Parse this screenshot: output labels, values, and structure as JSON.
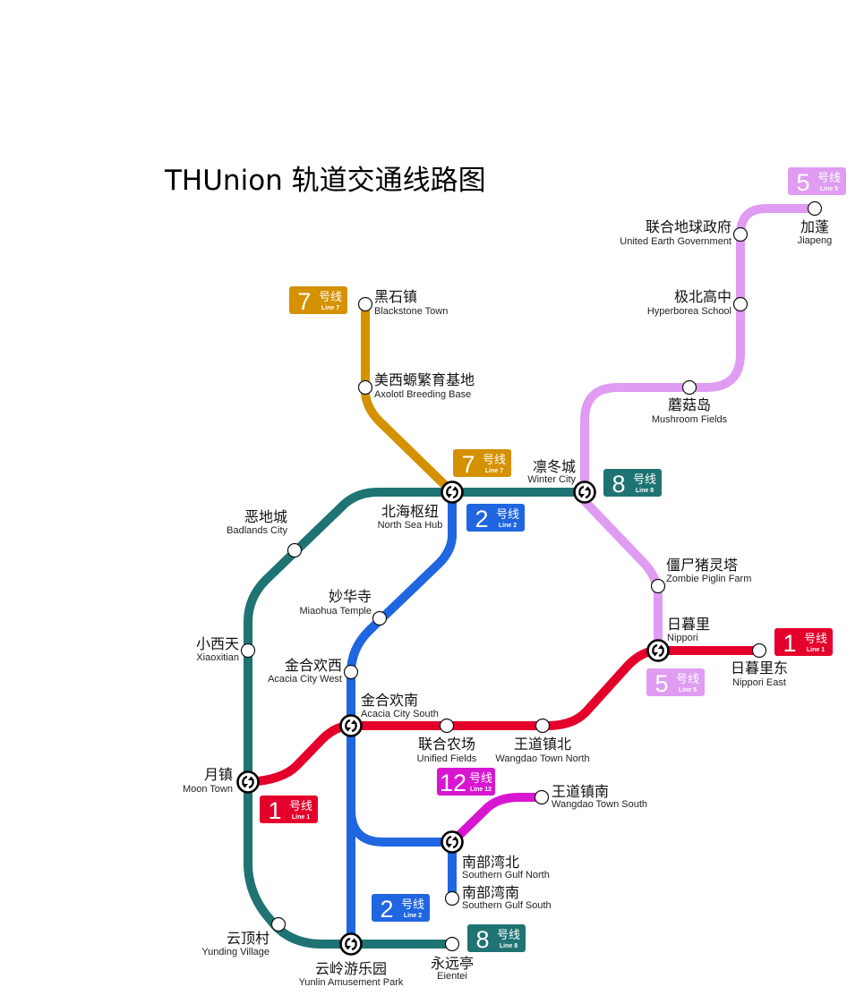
{
  "title": "THUnion 轨道交通线路图",
  "lines": [
    {
      "number": "1",
      "label_cn": "号线",
      "label_en": "Line 1",
      "color": "#e4002b"
    },
    {
      "number": "2",
      "label_cn": "号线",
      "label_en": "Line 2",
      "color": "#1f66e0"
    },
    {
      "number": "5",
      "label_cn": "号线",
      "label_en": "Line 5",
      "color": "#df9cf2"
    },
    {
      "number": "7",
      "label_cn": "号线",
      "label_en": "Line 7",
      "color": "#d49100"
    },
    {
      "number": "8",
      "label_cn": "号线",
      "label_en": "Line 8",
      "color": "#1f7373"
    },
    {
      "number": "12",
      "label_cn": "号线",
      "label_en": "Line 12",
      "color": "#d816d2"
    }
  ],
  "stations": [
    {
      "cn": "加蓬",
      "en": "Jiapeng"
    },
    {
      "cn": "联合地球政府",
      "en": "United Earth Government"
    },
    {
      "cn": "极北高中",
      "en": "Hyperborea School"
    },
    {
      "cn": "黑石镇",
      "en": "Blackstone Town"
    },
    {
      "cn": "美西螈繁育基地",
      "en": "Axolotl Breeding Base"
    },
    {
      "cn": "蘑菇岛",
      "en": "Mushroom Fields"
    },
    {
      "cn": "凛冬城",
      "en": "Winter City"
    },
    {
      "cn": "北海枢纽",
      "en": "North Sea Hub"
    },
    {
      "cn": "恶地城",
      "en": "Badlands City"
    },
    {
      "cn": "僵尸猪灵塔",
      "en": "Zombie Piglin Farm"
    },
    {
      "cn": "妙华寺",
      "en": "Miaohua Temple"
    },
    {
      "cn": "日暮里",
      "en": "Nippori"
    },
    {
      "cn": "小西天",
      "en": "Xiaoxitian"
    },
    {
      "cn": "金合欢西",
      "en": "Acacia City West"
    },
    {
      "cn": "日暮里东",
      "en": "Nippori East"
    },
    {
      "cn": "金合欢南",
      "en": "Acacia City South"
    },
    {
      "cn": "联合农场",
      "en": "Unified Fields"
    },
    {
      "cn": "王道镇北",
      "en": "Wangdao Town North"
    },
    {
      "cn": "月镇",
      "en": "Moon Town"
    },
    {
      "cn": "王道镇南",
      "en": "Wangdao Town South"
    },
    {
      "cn": "南部湾北",
      "en": "Southern Gulf North"
    },
    {
      "cn": "南部湾南",
      "en": "Southern Gulf South"
    },
    {
      "cn": "云顶村",
      "en": "Yunding Village"
    },
    {
      "cn": "永远亭",
      "en": "Eientei"
    },
    {
      "cn": "云岭游乐园",
      "en": "Yunlin Amusement Park"
    }
  ]
}
